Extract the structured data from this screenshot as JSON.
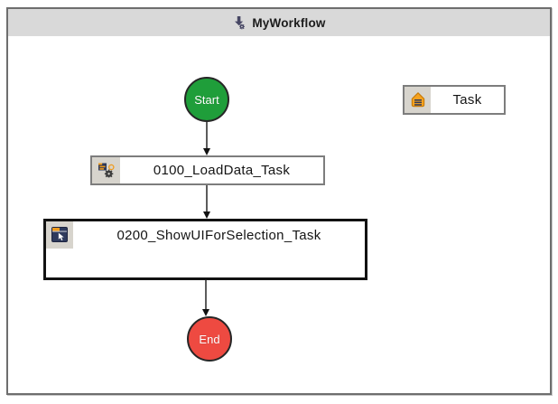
{
  "window": {
    "title": "MyWorkflow",
    "icon": "workflow-icon"
  },
  "palette": {
    "task_label": "Task",
    "icon": "task-icon"
  },
  "workflow": {
    "start": {
      "label": "Start",
      "color": "#1f9e3a"
    },
    "tasks": [
      {
        "label": "0100_LoadData_Task",
        "icon": "automation-gear-icon"
      },
      {
        "label": "0200_ShowUIForSelection_Task",
        "icon": "ui-window-cursor-icon",
        "selected": true
      }
    ],
    "end": {
      "label": "End",
      "color": "#ee4a41"
    },
    "connectors": [
      {
        "from": "Start",
        "to": "0100_LoadData_Task"
      },
      {
        "from": "0100_LoadData_Task",
        "to": "0200_ShowUIForSelection_Task"
      },
      {
        "from": "0200_ShowUIForSelection_Task",
        "to": "End"
      }
    ],
    "accent_orange": "#ef9b1d"
  }
}
